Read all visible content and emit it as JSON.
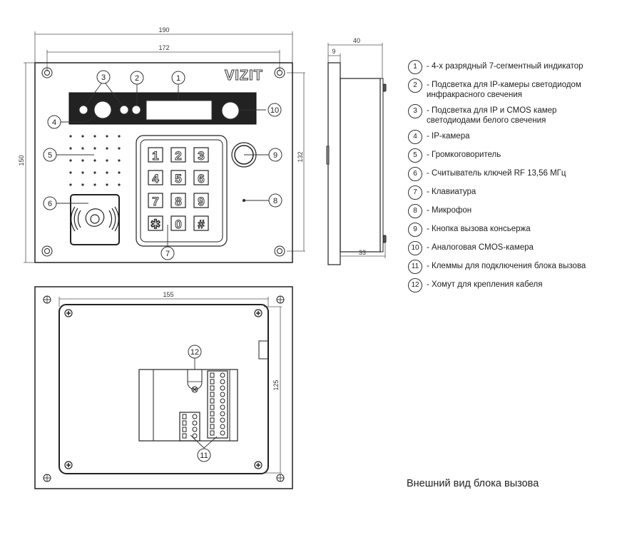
{
  "title": "Внешний вид блока вызова",
  "brand": "VIZIT",
  "dimensions": {
    "front_width": "190",
    "front_hole_spacing": "172",
    "front_height": "150",
    "front_hole_vertical": "132",
    "side_depth": "40",
    "side_panel": "9",
    "side_body": "33",
    "back_width": "155",
    "back_height": "125"
  },
  "keypad": {
    "keys": [
      "1",
      "2",
      "3",
      "4",
      "5",
      "6",
      "7",
      "8",
      "9",
      "✱",
      "0",
      "#"
    ]
  },
  "callouts": {
    "c1": "1",
    "c2": "2",
    "c3": "3",
    "c4": "4",
    "c5": "5",
    "c6": "6",
    "c7": "7",
    "c8": "8",
    "c9": "9",
    "c10": "10",
    "c11": "11",
    "c12": "12"
  },
  "legend": [
    {
      "num": "1",
      "text": "- 4-х разрядный 7-сегментный индикатор"
    },
    {
      "num": "2",
      "text": "- Подсветка для IP-камеры светодиодом\n  инфракрасного свечения"
    },
    {
      "num": "3",
      "text": "- Подсветка для IP и CMOS камер\n  светодиодами белого свечения"
    },
    {
      "num": "4",
      "text": "- IP-камера"
    },
    {
      "num": "5",
      "text": "- Громкоговоритель"
    },
    {
      "num": "6",
      "text": "- Считыватель ключей RF 13,56 МГц"
    },
    {
      "num": "7",
      "text": "- Клавиатура"
    },
    {
      "num": "8",
      "text": "- Микрофон"
    },
    {
      "num": "9",
      "text": "- Кнопка вызова консьержа"
    },
    {
      "num": "10",
      "text": "- Аналоговая CMOS-камера"
    },
    {
      "num": "11",
      "text": "- Клеммы для подключения блока вызова"
    },
    {
      "num": "12",
      "text": "- Хомут для крепления кабеля"
    }
  ]
}
